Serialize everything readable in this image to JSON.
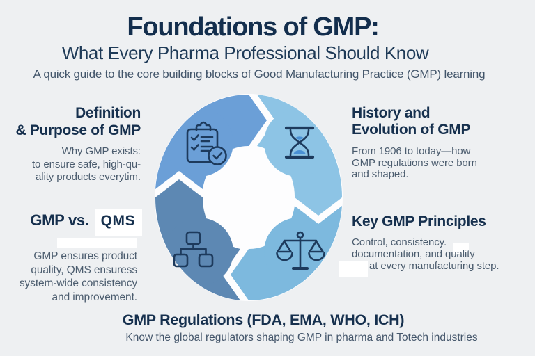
{
  "header": {
    "title": "Foundations of GMP:",
    "subtitle": "What Every Pharma Professional Should Know",
    "tagline": "A quick guide to the core building blocks of Good Manufacturing Practice (GMP) learning"
  },
  "sections": {
    "definition": {
      "heading_lines": [
        "Definition",
        "& Purpose of GMP"
      ],
      "body_lines": [
        "Why GMP exists:",
        "to ensure safe, high-qu-",
        "ality products everytim."
      ]
    },
    "history": {
      "heading_lines": [
        "History and",
        "Evolution of GMP"
      ],
      "body_lines": [
        "From 1906 to today—how",
        "GMP regulations were born",
        "and shaped."
      ]
    },
    "gmp_vs_qms": {
      "heading_prefix": "GMP vs.",
      "heading_patch_text": "QMS",
      "body_lines": [
        "GMP ensures product",
        "quality, QMS ensuress",
        "system-wide consistency",
        "and improvement."
      ]
    },
    "principles": {
      "heading": "Key GMP Principles",
      "body_lines": [
        "Control, consistency.",
        "documentation, and quality",
        "at every manufacturing step."
      ]
    },
    "regulations": {
      "heading": "GMP Regulations (FDA, EMA, WHO, ICH)",
      "body": "Know the global regulators shaping GMP in pharma and Totech industries"
    }
  },
  "diagram": {
    "type": "cycle",
    "direction": "clockwise",
    "segments": [
      {
        "position": "top-left",
        "icon": "clipboard-checklist-icon",
        "color": "#6b9fd7",
        "linked_section": "definition"
      },
      {
        "position": "top-right",
        "icon": "hourglass-icon",
        "color": "#8dc4e5",
        "linked_section": "history"
      },
      {
        "position": "bottom-right",
        "icon": "scales-icon",
        "color": "#7db9de",
        "linked_section": "principles"
      },
      {
        "position": "bottom-left",
        "icon": "org-chart-icon",
        "color": "#5d88b3",
        "linked_section": "gmp_vs_qms"
      }
    ],
    "center_fill": "#fdfdfe"
  },
  "colors": {
    "background": "#eef0f2",
    "heading_navy": "#16304e",
    "body_slate": "#4b5c6e",
    "icon_line_navy": "#1d3a5c",
    "hourglass_sand": "#4a90d4",
    "edit_patch_white": "#ffffff"
  }
}
